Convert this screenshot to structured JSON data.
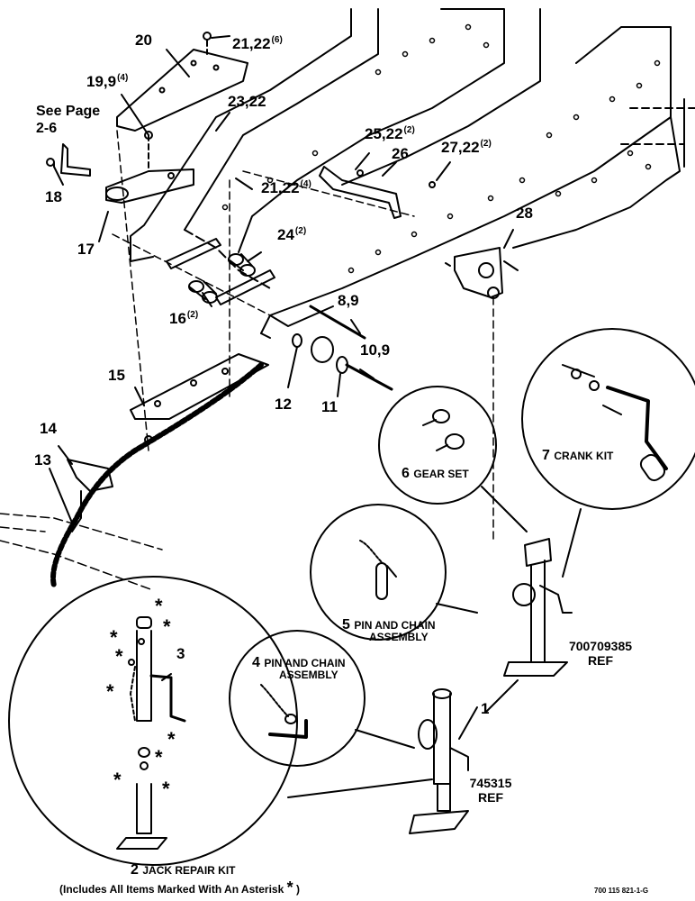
{
  "callouts": {
    "c20": "20",
    "c21_22_6": "21,22",
    "c21_22_6_qty": "(6)",
    "c19_9": "19,9",
    "c19_9_qty": "(4)",
    "c23_22": "23,22",
    "see_page_line1": "See Page",
    "see_page_line2": "2-6",
    "c18": "18",
    "c17": "17",
    "c25_22": "25,22",
    "c25_22_qty": "(2)",
    "c26": "26",
    "c27_22": "27,22",
    "c27_22_qty": "(2)",
    "c21_22_4": "21,22",
    "c21_22_4_qty": "(4)",
    "c28": "28",
    "c24": "24",
    "c24_qty": "(2)",
    "c16": "16",
    "c16_qty": "(2)",
    "c8_9": "8,9",
    "c10_9": "10,9",
    "c15": "15",
    "c12": "12",
    "c11": "11",
    "c14": "14",
    "c13": "13",
    "c3": "3",
    "c1": "1"
  },
  "kits": {
    "gear_set_num": "6",
    "gear_set_label": "GEAR SET",
    "crank_kit_num": "7",
    "crank_kit_label": "CRANK KIT",
    "pin_chain_5_num": "5",
    "pin_chain_5_line1": "PIN AND CHAIN",
    "pin_chain_5_line2": "ASSEMBLY",
    "pin_chain_4_num": "4",
    "pin_chain_4_line1": "PIN AND CHAIN",
    "pin_chain_4_line2": "ASSEMBLY",
    "jack_repair_num": "2",
    "jack_repair_label": "JACK REPAIR KIT",
    "jack_repair_note": "(Includes All Items Marked With An Asterisk",
    "asterisk": "*",
    "close_paren": ")"
  },
  "refs": {
    "ref1_part": "700709385",
    "ref1_word": "REF",
    "ref2_part": "745315",
    "ref2_word": "REF"
  },
  "drawing_number": "700 115 821-1-G"
}
